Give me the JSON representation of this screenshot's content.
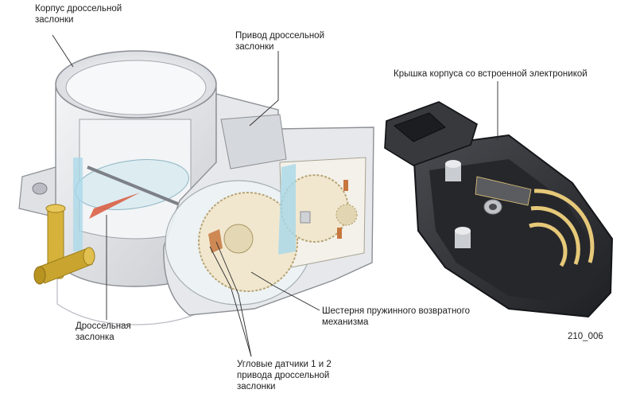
{
  "labels": {
    "throttle_body": [
      "Корпус дроссельной",
      "заслонки"
    ],
    "throttle_drive": [
      "Привод дроссельной",
      "заслонки"
    ],
    "housing_cover": [
      "Крышка корпуса со встроенной электроникой"
    ],
    "throttle_valve": [
      "Дроссельная",
      "заслонка"
    ],
    "return_spring_gear": [
      "Шестерня пружинного возвратного",
      "механизма"
    ],
    "angle_sensors": [
      "Угловые датчики 1 и 2",
      "привода дроссельной",
      "заслонки"
    ]
  },
  "figure_id": "210_006",
  "colors": {
    "leader_line": "#2a2a2a",
    "housing_fill": "#e9eaec",
    "housing_edge": "#8c8f95",
    "gear_fill": "#f1e7cf",
    "gear_edge": "#b8a574",
    "cover_dark": "#2f3034",
    "cover_edge": "#15161a",
    "nipple_brass": "#d6b23a",
    "valve_red": "#d9583a",
    "copper": "#c7773e",
    "track_gold": "#e6c979",
    "clear_blue": "#a8d8e8"
  }
}
